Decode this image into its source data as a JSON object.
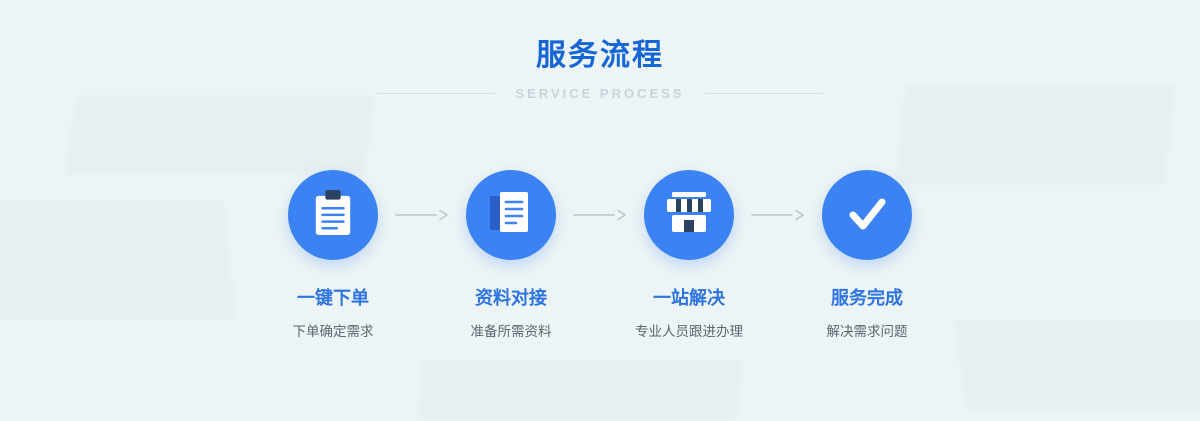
{
  "header": {
    "title": "服务流程",
    "subtitle": "SERVICE PROCESS"
  },
  "steps": [
    {
      "icon": "clipboard-icon",
      "title": "一键下单",
      "desc": "下单确定需求"
    },
    {
      "icon": "documents-icon",
      "title": "资料对接",
      "desc": "准备所需资料"
    },
    {
      "icon": "storefront-icon",
      "title": "一站解决",
      "desc": "专业人员跟进办理"
    },
    {
      "icon": "checkmark-icon",
      "title": "服务完成",
      "desc": "解决需求问题"
    }
  ],
  "colors": {
    "background": "#edf4f5",
    "title_blue": "#1766d6",
    "step_title_blue": "#2d74e0",
    "circle_blue": "#3b83f2",
    "icon_dark_navy": "#2c4263",
    "icon_back_doc_blue": "#2a5ec9",
    "subtitle_gray": "#c9d3db",
    "desc_gray": "#5c6770",
    "arrow_gray": "#b9c3cb"
  }
}
